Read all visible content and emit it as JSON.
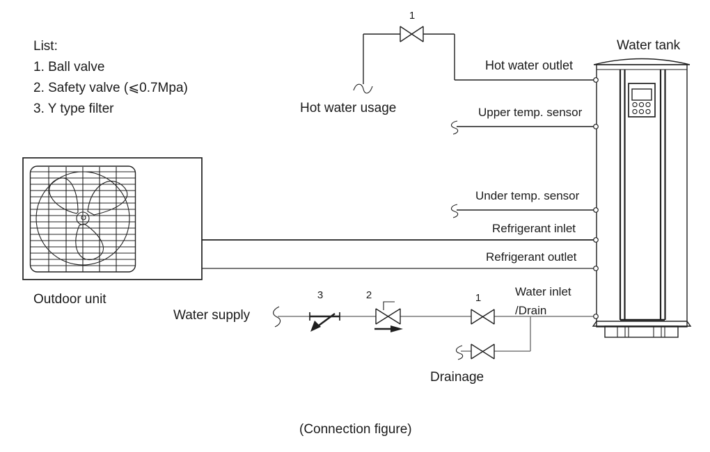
{
  "colors": {
    "line": "#1f1f1f",
    "line_gray": "#787878",
    "bg": "#ffffff",
    "text": "#1a1a1a"
  },
  "list": {
    "heading": "List:",
    "items": [
      "1. Ball valve",
      "2. Safety valve (⩽0.7Mpa)",
      "3. Y type filter"
    ]
  },
  "labels": {
    "water_tank": "Water tank",
    "outdoor_unit": "Outdoor unit",
    "hot_water_usage": "Hot water usage",
    "hot_water_outlet": "Hot water outlet",
    "upper_temp_sensor": "Upper temp. sensor",
    "under_temp_sensor": "Under temp. sensor",
    "refrigerant_inlet": "Refrigerant inlet",
    "refrigerant_outlet": "Refrigerant outlet",
    "water_inlet_drain": "Water inlet\n/Drain",
    "water_supply": "Water supply",
    "drainage": "Drainage"
  },
  "valve_numbers": {
    "hot_water_valve": "1",
    "filter": "3",
    "safety_valve": "2",
    "inlet_valve": "1"
  },
  "caption": "(Connection figure)"
}
